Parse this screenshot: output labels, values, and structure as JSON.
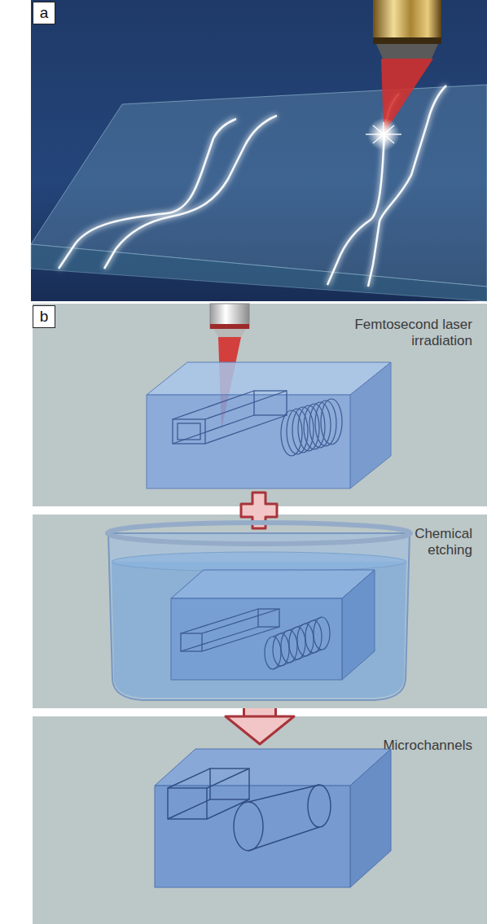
{
  "diagram": {
    "nodes": [
      {
        "text": [
          "a"
        ]
      },
      {
        "text": [
          "b"
        ]
      },
      {
        "text": [
          "Femtosecond laser irradiation"
        ]
      },
      {
        "text": [
          "Chemical etching"
        ]
      },
      {
        "text": [
          "Microchannels"
        ]
      }
    ],
    "edges": [
      {
        "from": 3,
        "to": 4,
        "arrow": "to"
      }
    ]
  }
}
